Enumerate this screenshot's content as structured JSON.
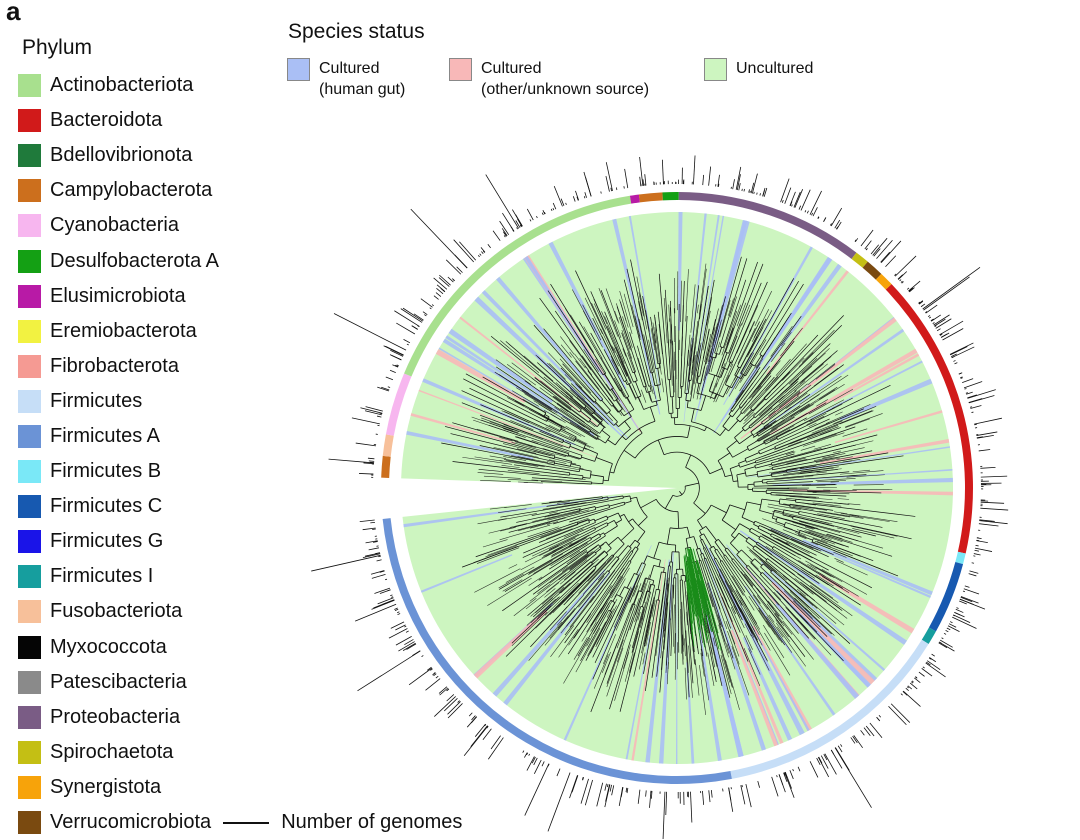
{
  "panel_label": "a",
  "phylum_legend": {
    "title": "Phylum",
    "items": [
      {
        "name": "Actinobacteriota",
        "color": "#a8e08e"
      },
      {
        "name": "Bacteroidota",
        "color": "#d11a1a"
      },
      {
        "name": "Bdellovibrionota",
        "color": "#1f7a3b"
      },
      {
        "name": "Campylobacterota",
        "color": "#cc6f1d"
      },
      {
        "name": "Cyanobacteria",
        "color": "#f7b6ef"
      },
      {
        "name": "Desulfobacterota A",
        "color": "#14a014"
      },
      {
        "name": "Elusimicrobiota",
        "color": "#b81aa6"
      },
      {
        "name": "Eremiobacterota",
        "color": "#f2f241"
      },
      {
        "name": "Fibrobacterota",
        "color": "#f59a93"
      },
      {
        "name": "Firmicutes",
        "color": "#c6def7"
      },
      {
        "name": "Firmicutes A",
        "color": "#6b93d6"
      },
      {
        "name": "Firmicutes B",
        "color": "#7ae8f7"
      },
      {
        "name": "Firmicutes C",
        "color": "#1759b0"
      },
      {
        "name": "Firmicutes G",
        "color": "#1a14e8"
      },
      {
        "name": "Firmicutes I",
        "color": "#169e9e"
      },
      {
        "name": "Fusobacteriota",
        "color": "#f7c09a"
      },
      {
        "name": "Myxococcota",
        "color": "#050505"
      },
      {
        "name": "Patescibacteria",
        "color": "#8a8a8a"
      },
      {
        "name": "Proteobacteria",
        "color": "#7a5c85"
      },
      {
        "name": "Spirochaetota",
        "color": "#c4bf14"
      },
      {
        "name": "Synergistota",
        "color": "#f7a30a"
      },
      {
        "name": "Verrucomicrobiota",
        "color": "#7a4a10"
      }
    ],
    "line_key_label": "Number of genomes"
  },
  "status_legend": {
    "title": "Species status",
    "items": [
      {
        "label_line1": "Cultured",
        "label_line2": "(human gut)",
        "color": "#aabff5"
      },
      {
        "label_line1": "Cultured",
        "label_line2": "(other/unknown source)",
        "color": "#f8b8b8"
      },
      {
        "label_line1": "Uncultured",
        "label_line2": "",
        "color": "#cdf5c0"
      }
    ]
  },
  "tree": {
    "branch_color": "#111111",
    "highlight_clade_color": "#1a8c1a"
  }
}
